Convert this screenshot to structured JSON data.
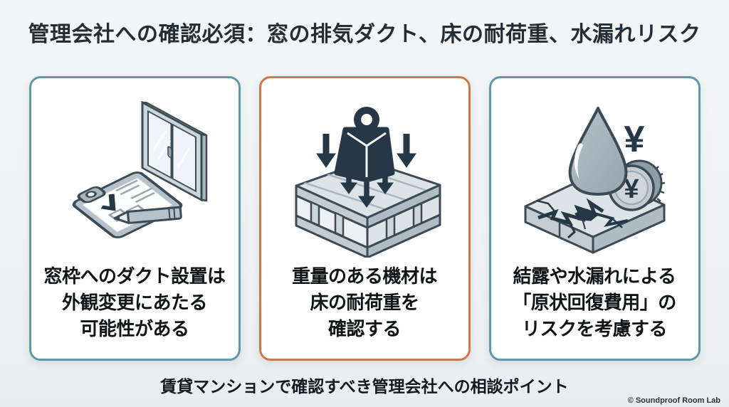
{
  "title": "管理会社への確認必須：窓の排気ダクト、床の耐荷重、水漏れリスク",
  "caption": "賃貸マンションで確認すべき管理会社への相談ポイント",
  "copyright": "© Soundproof Room Lab",
  "colors": {
    "background": "#f0f2f4",
    "card_background": "#ffffff",
    "teal_border": "#5f98a6",
    "orange_border": "#c8794e",
    "title_text": "#232d36",
    "card_text": "#101417",
    "illustration_outline": "#3b4a55",
    "illustration_dark": "#263746",
    "illustration_light": "#c3ccd2"
  },
  "cards": [
    {
      "id": "window-duct",
      "icon": "window-and-clipboard-checklist-icon",
      "accent": "#5f98a6",
      "lines": [
        "窓枠へのダクト設置は",
        "外観変更にあたる",
        "可能性がある"
      ]
    },
    {
      "id": "floor-load",
      "icon": "weight-on-floor-structure-icon",
      "accent": "#c8794e",
      "lines": [
        "重量のある機材は",
        "床の耐荷重を",
        "確認する"
      ]
    },
    {
      "id": "water-leak",
      "icon": "water-drop-cracked-floor-cost-icon",
      "accent": "#5f98a6",
      "yen_symbol": "¥",
      "lines": [
        "結露や水漏れによる",
        "「原状回復費用」の",
        "リスクを考慮する"
      ]
    }
  ]
}
